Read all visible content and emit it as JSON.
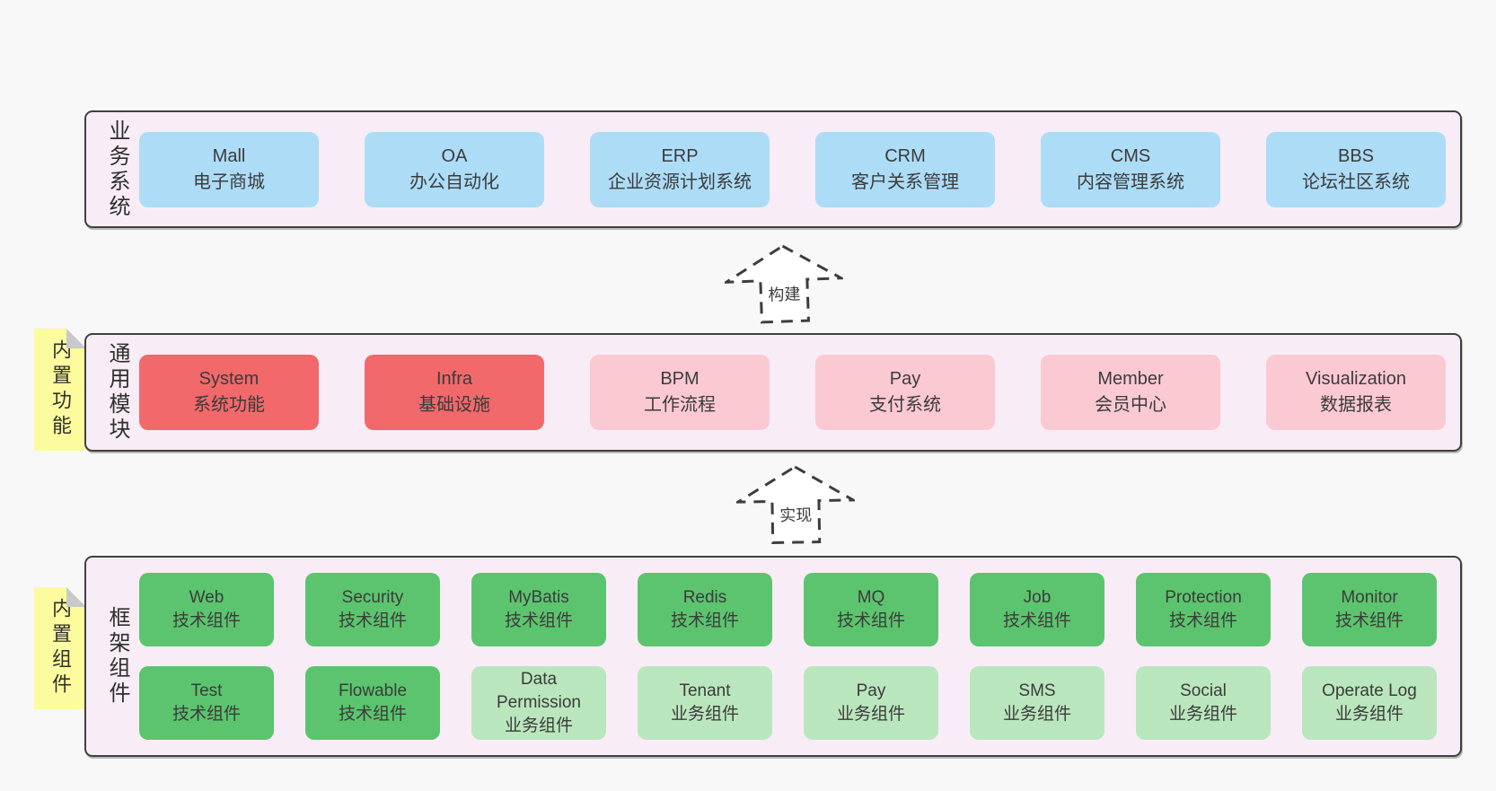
{
  "colors": {
    "canvas-bg": "#f8f8f8",
    "band-bg": "#f8ecf6",
    "band-border": "#404040",
    "box-text": "#3b3b3b",
    "blue": "#addcf7",
    "red": "#f2696b",
    "pink": "#fbc9d2",
    "green": "#5cc46e",
    "green-light": "#bae6bd",
    "sticky-yellow": "#fcfc9f",
    "sticky-fold": "#c9c9c9",
    "arrow-stroke": "#3d3d3d"
  },
  "arrows": {
    "build": "构建",
    "implement": "实现"
  },
  "band_business": {
    "label": "业务系统",
    "items": [
      {
        "name": "Mall",
        "desc": "电子商城"
      },
      {
        "name": "OA",
        "desc": "办公自动化"
      },
      {
        "name": "ERP",
        "desc": "企业资源计划系统"
      },
      {
        "name": "CRM",
        "desc": "客户关系管理"
      },
      {
        "name": "CMS",
        "desc": "内容管理系统"
      },
      {
        "name": "BBS",
        "desc": "论坛社区系统"
      }
    ]
  },
  "band_modules": {
    "label": "通用模块",
    "sticky": "内置功能",
    "items": [
      {
        "name": "System",
        "desc": "系统功能"
      },
      {
        "name": "Infra",
        "desc": "基础设施"
      },
      {
        "name": "BPM",
        "desc": "工作流程"
      },
      {
        "name": "Pay",
        "desc": "支付系统"
      },
      {
        "name": "Member",
        "desc": "会员中心"
      },
      {
        "name": "Visualization",
        "desc": "数据报表"
      }
    ]
  },
  "band_components": {
    "label": "框架组件",
    "sticky": "内置组件",
    "row1": [
      {
        "name": "Web",
        "desc": "技术组件"
      },
      {
        "name": "Security",
        "desc": "技术组件"
      },
      {
        "name": "MyBatis",
        "desc": "技术组件"
      },
      {
        "name": "Redis",
        "desc": "技术组件"
      },
      {
        "name": "MQ",
        "desc": "技术组件"
      },
      {
        "name": "Job",
        "desc": "技术组件"
      },
      {
        "name": "Protection",
        "desc": "技术组件"
      },
      {
        "name": "Monitor",
        "desc": "技术组件"
      }
    ],
    "row2": [
      {
        "name": "Test",
        "desc": "技术组件"
      },
      {
        "name": "Flowable",
        "desc": "技术组件"
      },
      {
        "name": "Data Permission",
        "desc": "业务组件"
      },
      {
        "name": "Tenant",
        "desc": "业务组件"
      },
      {
        "name": "Pay",
        "desc": "业务组件"
      },
      {
        "name": "SMS",
        "desc": "业务组件"
      },
      {
        "name": "Social",
        "desc": "业务组件"
      },
      {
        "name": "Operate Log",
        "desc": "业务组件"
      }
    ]
  }
}
